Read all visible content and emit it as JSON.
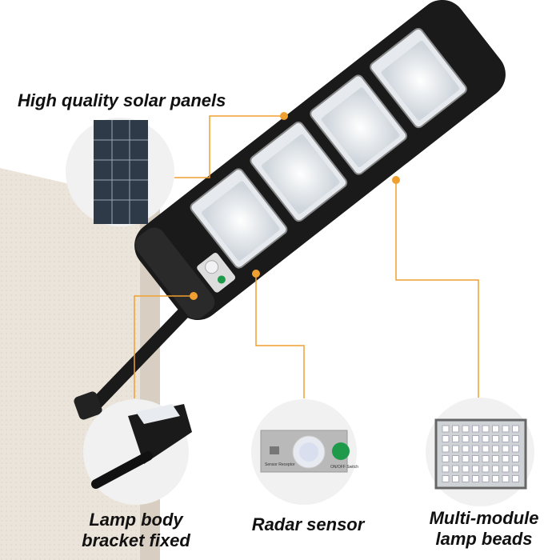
{
  "labels": {
    "solar": "High quality solar panels",
    "bracket_line1": "Lamp body",
    "bracket_line2": "bracket fixed",
    "radar": "Radar sensor",
    "beads_line1": "Multi-module",
    "beads_line2": "lamp beads"
  },
  "sensor_panel": {
    "receptor": "Sensor Receptor",
    "switch": "ON/OFF Switch"
  },
  "colors": {
    "accent": "#f0a030",
    "lamp": "#1a1a1a",
    "wall": "#e9e2d8"
  }
}
